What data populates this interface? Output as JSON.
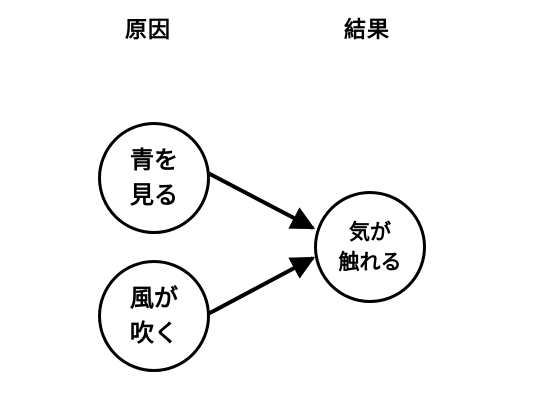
{
  "headers": {
    "cause": "原因",
    "effect": "結果"
  },
  "nodes": {
    "see_blue": {
      "line1": "青を",
      "line2": "見る"
    },
    "wind_blows": {
      "line1": "風が",
      "line2": "吹く"
    },
    "feel_touched": {
      "line1": "気が",
      "line2": "触れる"
    }
  },
  "edges": [
    {
      "from": "see_blue",
      "to": "feel_touched"
    },
    {
      "from": "wind_blows",
      "to": "feel_touched"
    }
  ],
  "colors": {
    "stroke": "#000000",
    "background": "#ffffff"
  }
}
